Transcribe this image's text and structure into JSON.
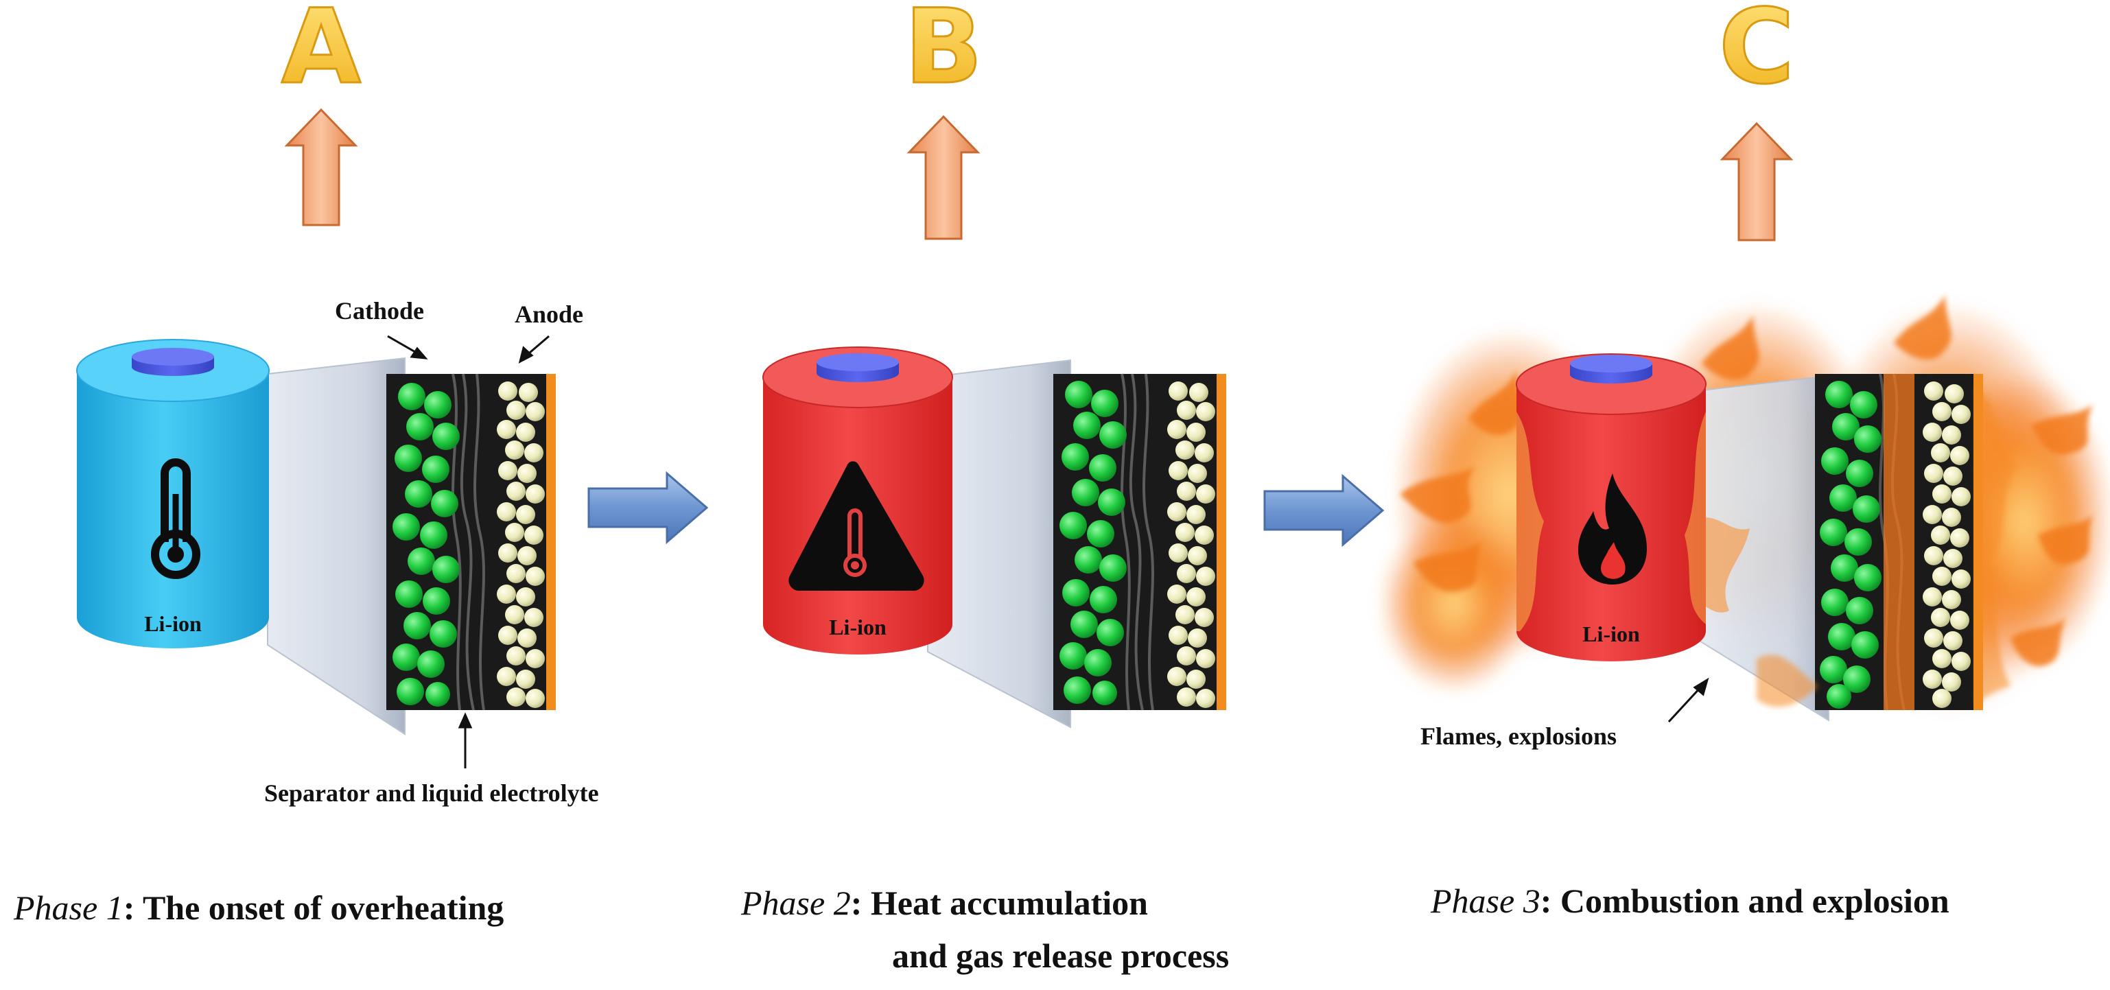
{
  "phases": [
    {
      "letter": "A",
      "battery_label": "Li-ion",
      "icon": "thermometer-icon",
      "battery_color": "#2cb8ec",
      "caption_italic": "Phase 1",
      "caption_text": ": The onset of overheating"
    },
    {
      "letter": "B",
      "battery_label": "Li-ion",
      "icon": "warning-thermometer-icon",
      "battery_color": "#ee3a3a",
      "caption_italic": "Phase 2",
      "caption_text": ": Heat accumulation",
      "caption_line2": "and gas release process"
    },
    {
      "letter": "C",
      "battery_label": "Li-ion",
      "icon": "flame-icon",
      "battery_color": "#ea3230",
      "caption_italic": "Phase 3",
      "caption_text": ": Combustion and explosion"
    }
  ],
  "labels": {
    "cathode": "Cathode",
    "anode": "Anode",
    "separator": "Separator and liquid electrolyte",
    "flames": "Flames, explosions"
  },
  "colors": {
    "letter": "#f5c030",
    "up_arrow": "#f1a679",
    "right_arrow": "#7ea6dc",
    "cathode_particle": "#22cc44",
    "anode_particle": "#eeeebb",
    "collector": "#f28c1c",
    "fire": "#f47a20"
  }
}
